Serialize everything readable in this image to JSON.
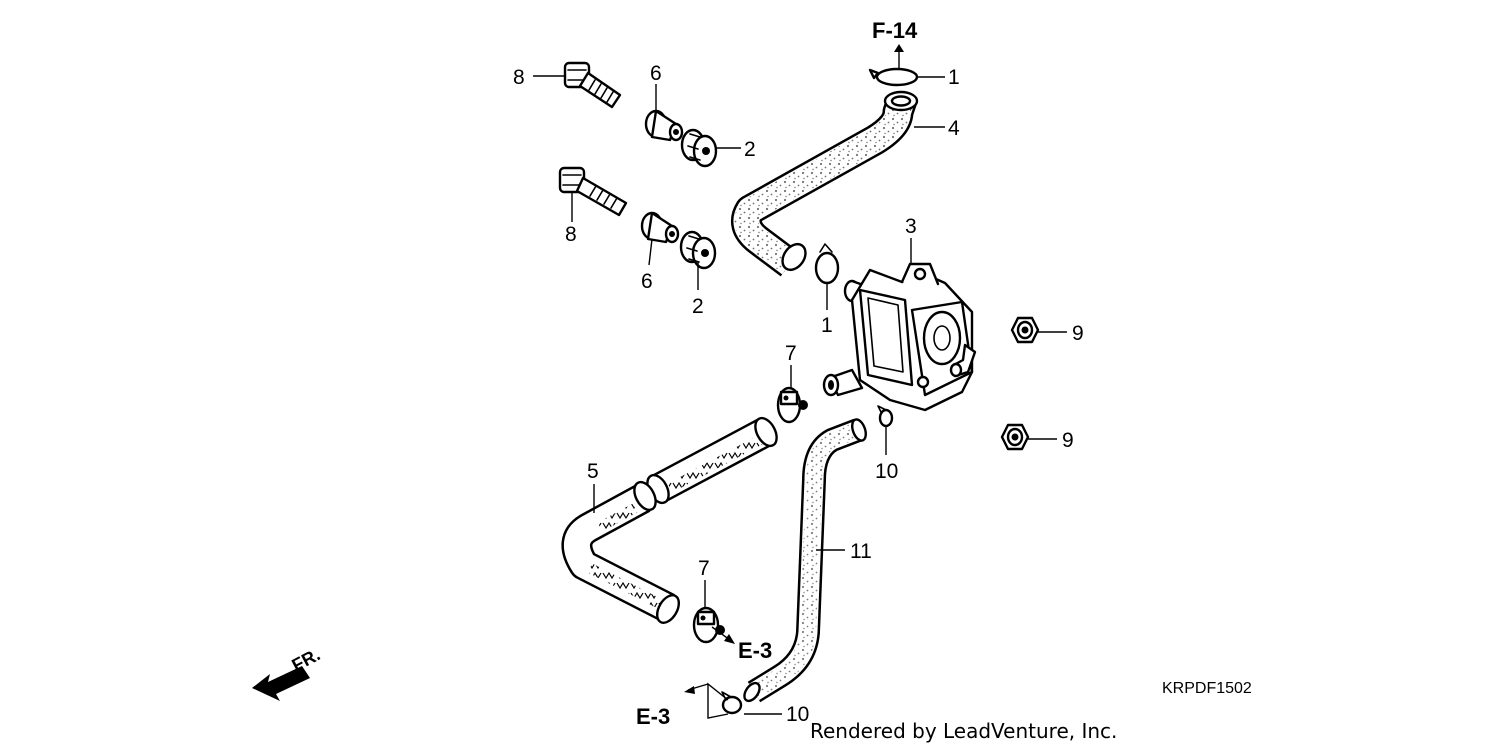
{
  "diagram": {
    "callouts": [
      {
        "id": "c1a",
        "text": "1"
      },
      {
        "id": "c1b",
        "text": "1"
      },
      {
        "id": "c2a",
        "text": "2"
      },
      {
        "id": "c2b",
        "text": "2"
      },
      {
        "id": "c3",
        "text": "3"
      },
      {
        "id": "c4",
        "text": "4"
      },
      {
        "id": "c5",
        "text": "5"
      },
      {
        "id": "c6a",
        "text": "6"
      },
      {
        "id": "c6b",
        "text": "6"
      },
      {
        "id": "c7a",
        "text": "7"
      },
      {
        "id": "c7b",
        "text": "7"
      },
      {
        "id": "c8a",
        "text": "8"
      },
      {
        "id": "c8b",
        "text": "8"
      },
      {
        "id": "c9a",
        "text": "9"
      },
      {
        "id": "c9b",
        "text": "9"
      },
      {
        "id": "c10a",
        "text": "10"
      },
      {
        "id": "c10b",
        "text": "10"
      },
      {
        "id": "c11",
        "text": "11"
      }
    ],
    "refs": {
      "top": "F-14",
      "right": "E-3",
      "bottom": "E-3"
    },
    "direction_label": "FR.",
    "diagram_code": "KRPDF1502",
    "credit": "Rendered by LeadVenture, Inc."
  }
}
